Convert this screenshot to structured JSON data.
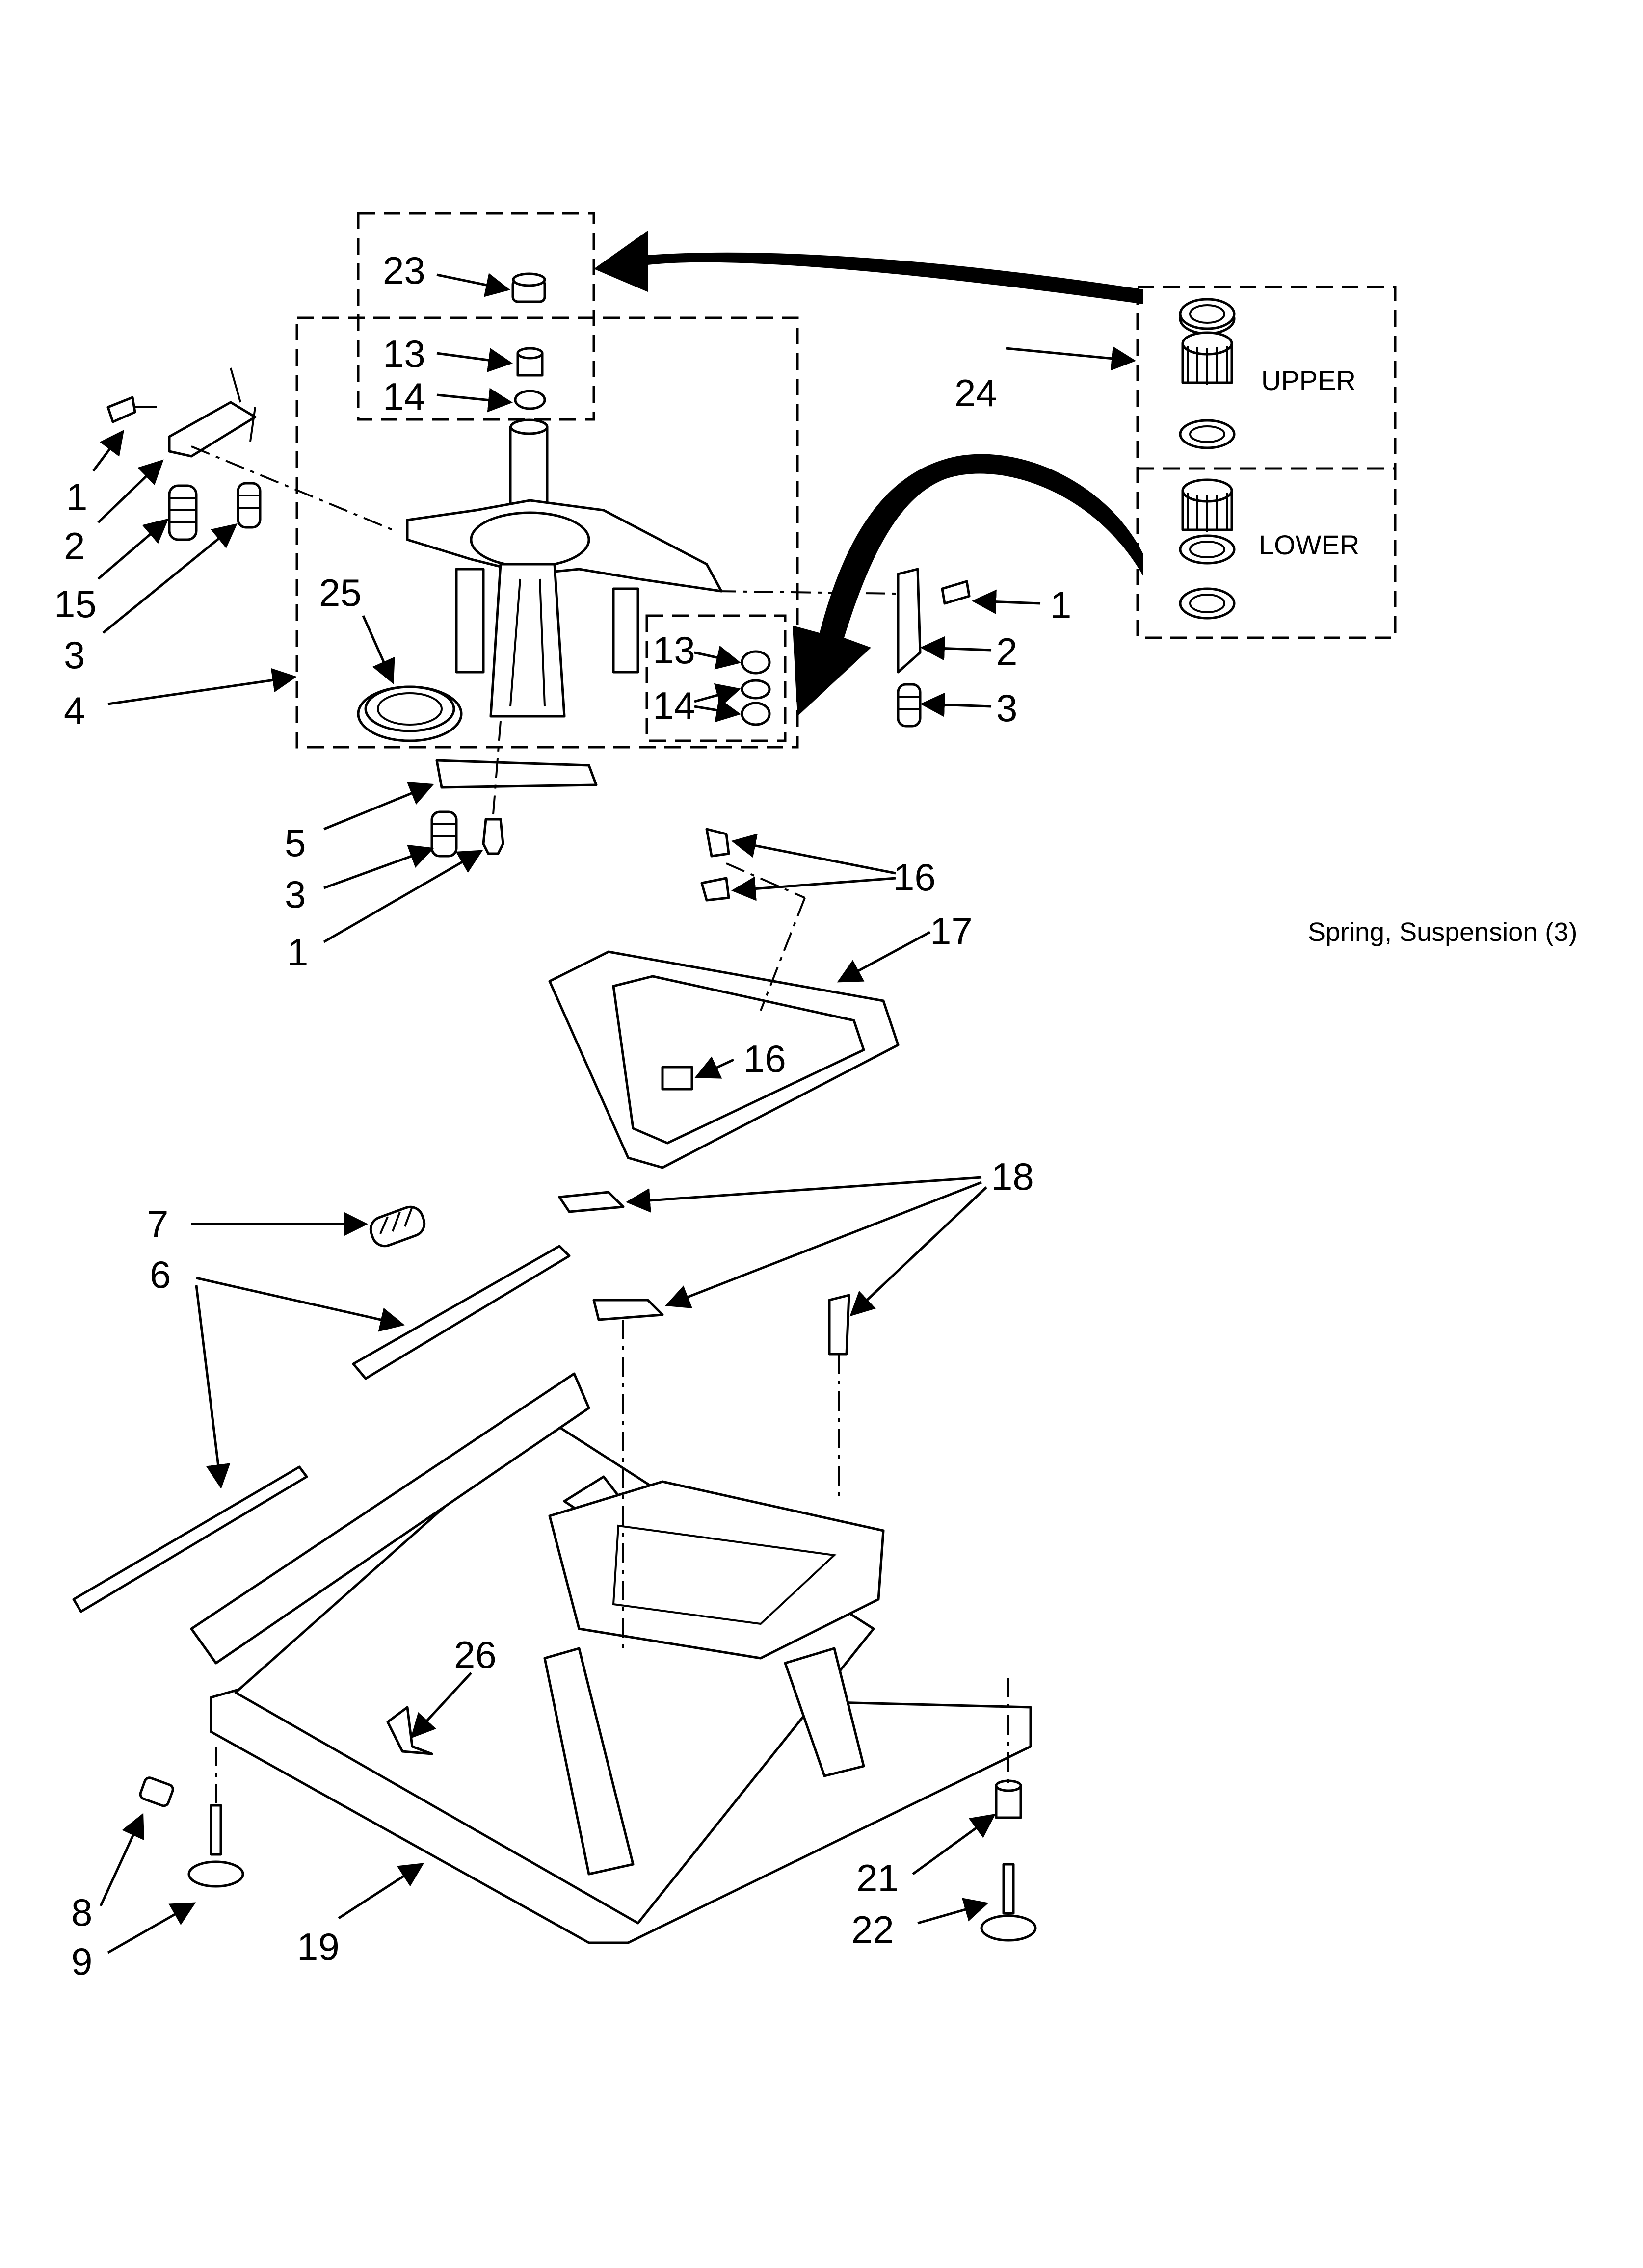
{
  "caption": "Spring, Suspension (3)",
  "bearing_kit": {
    "upper_label": "UPPER",
    "lower_label": "LOWER"
  },
  "callouts": {
    "c23": "23",
    "c13a": "13",
    "c14a": "14",
    "c1a": "1",
    "c2a": "2",
    "c15": "15",
    "c3a": "3",
    "c4": "4",
    "c25": "25",
    "c24": "24",
    "c1b": "1",
    "c2b": "2",
    "c3b": "3",
    "c13b": "13",
    "c14b": "14",
    "c5": "5",
    "c3c": "3",
    "c1c": "1",
    "c16a": "16",
    "c17": "17",
    "c16b": "16",
    "c18": "18",
    "c7": "7",
    "c6": "6",
    "c26": "26",
    "c8": "8",
    "c9": "9",
    "c19": "19",
    "c21": "21",
    "c22": "22"
  },
  "icons": [
    "arrow-curve-icon",
    "leader-arrow-icon"
  ],
  "colors": {
    "ink": "#000000",
    "paper": "#ffffff"
  }
}
